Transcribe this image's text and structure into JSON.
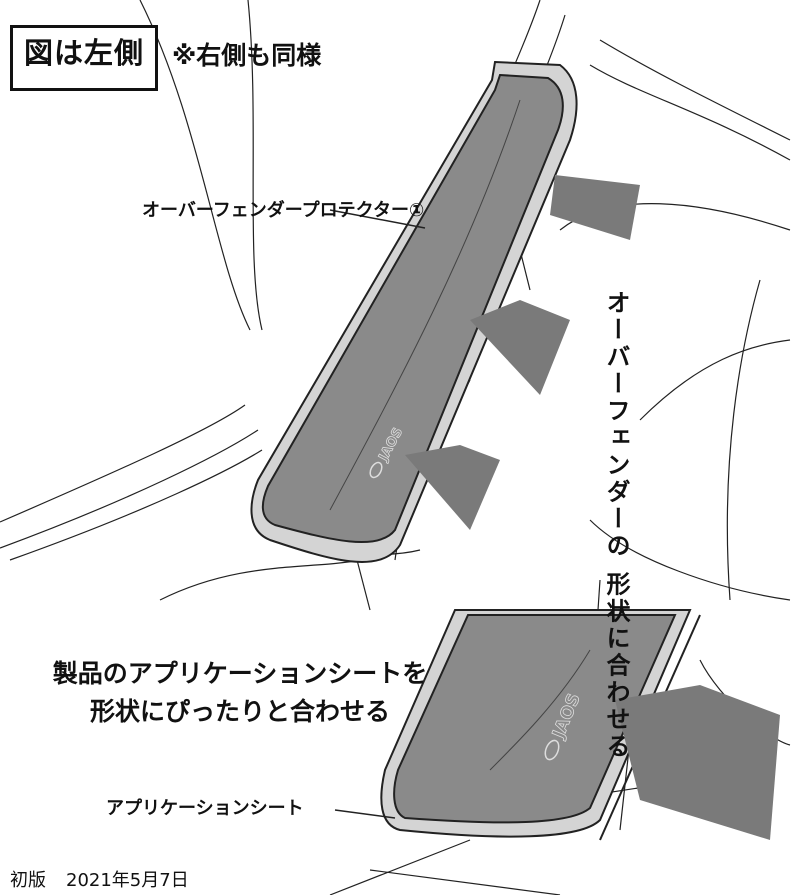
{
  "header": {
    "view_label": "図は左側",
    "same_note": "※右側も同様"
  },
  "callouts": {
    "part_label": "オーバーフェンダープロテクター①",
    "sheet_label": "アプリケーションシート"
  },
  "instruction_fit_shape": {
    "col_right": "オーバーフェンダーの",
    "col_left": "形状に合わせる"
  },
  "instruction_apply_sheet": {
    "line1": "製品のアプリケーションシートを",
    "line2": "形状にぴったりと合わせる"
  },
  "footer": {
    "edition": "初版",
    "date": "2021年5月7日"
  },
  "logo_text": "JAOS",
  "colors": {
    "protector_fill": "#8a8a8a",
    "sheet_fill": "#d4d4d4",
    "arrow_fill": "#7a7a7a",
    "line": "#222222"
  }
}
